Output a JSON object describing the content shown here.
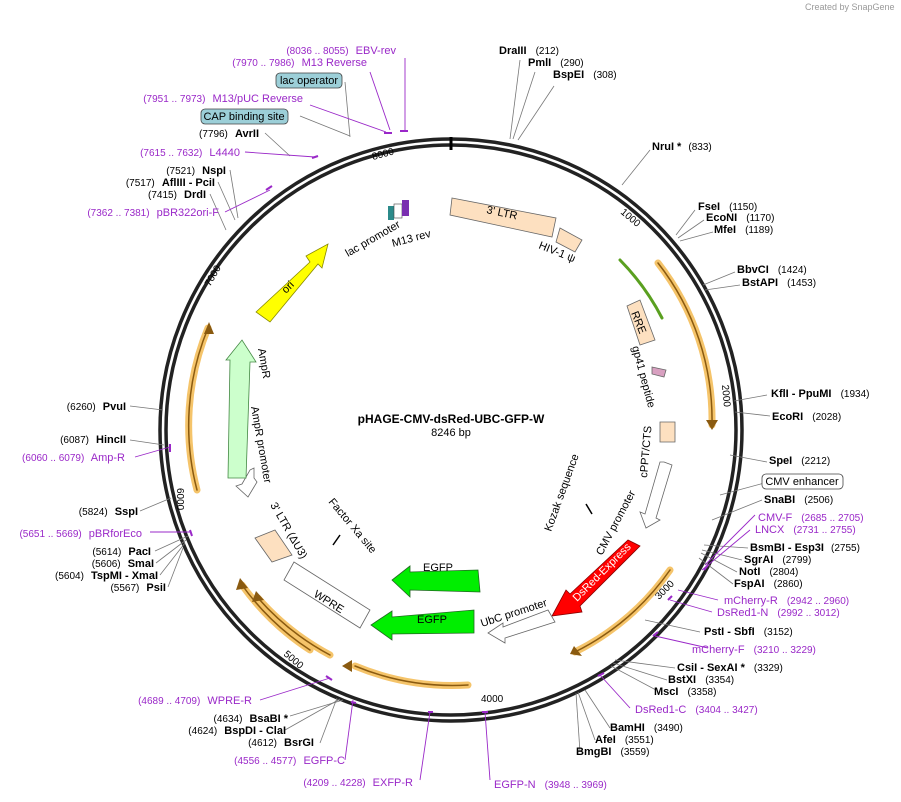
{
  "title": "pHAGE-CMV-dsRed-UBC-GFP-W",
  "length": "8246 bp",
  "credit": "Created by SnapGene",
  "ticks": [
    "1000",
    "2000",
    "3000",
    "4000",
    "5000",
    "6000",
    "7000",
    "8000"
  ],
  "sites": [
    {
      "name": "DraIII",
      "coord": "(212)"
    },
    {
      "name": "PmlI",
      "coord": "(290)"
    },
    {
      "name": "BspEI",
      "coord": "(308)"
    },
    {
      "name": "NruI *",
      "coord": "(833)"
    },
    {
      "name": "FseI",
      "coord": "(1150)"
    },
    {
      "name": "EcoNI",
      "coord": "(1170)"
    },
    {
      "name": "MfeI",
      "coord": "(1189)"
    },
    {
      "name": "BbvCI",
      "coord": "(1424)"
    },
    {
      "name": "BstAPI",
      "coord": "(1453)"
    },
    {
      "name": "KflI - PpuMI",
      "coord": "(1934)"
    },
    {
      "name": "EcoRI",
      "coord": "(2028)"
    },
    {
      "name": "SpeI",
      "coord": "(2212)"
    },
    {
      "name": "SnaBI",
      "coord": "(2506)"
    },
    {
      "name": "BsmBI - Esp3I",
      "coord": "(2755)"
    },
    {
      "name": "SgrAI",
      "coord": "(2799)"
    },
    {
      "name": "NotI",
      "coord": "(2804)"
    },
    {
      "name": "FspAI",
      "coord": "(2860)"
    },
    {
      "name": "PstI - SbfI",
      "coord": "(3152)"
    },
    {
      "name": "CsiI - SexAI *",
      "coord": "(3329)"
    },
    {
      "name": "BstXI",
      "coord": "(3354)"
    },
    {
      "name": "MscI",
      "coord": "(3358)"
    },
    {
      "name": "BamHI",
      "coord": "(3490)"
    },
    {
      "name": "AfeI",
      "coord": "(3551)"
    },
    {
      "name": "BmgBI",
      "coord": "(3559)"
    },
    {
      "name": "BsaBI *",
      "coord": "(4634)"
    },
    {
      "name": "BspDI - ClaI",
      "coord": "(4624)"
    },
    {
      "name": "BsrGI",
      "coord": "(4612)"
    },
    {
      "name": "PsiI",
      "coord": "(5567)"
    },
    {
      "name": "TspMI - XmaI",
      "coord": "(5604)"
    },
    {
      "name": "SmaI",
      "coord": "(5606)"
    },
    {
      "name": "PacI",
      "coord": "(5614)"
    },
    {
      "name": "SspI",
      "coord": "(5824)"
    },
    {
      "name": "HincII",
      "coord": "(6087)"
    },
    {
      "name": "PvuI",
      "coord": "(6260)"
    },
    {
      "name": "DrdI",
      "coord": "(7415)"
    },
    {
      "name": "AflIII - PciI",
      "coord": "(7517)"
    },
    {
      "name": "NspI",
      "coord": "(7521)"
    },
    {
      "name": "AvrII",
      "coord": "(7796)"
    }
  ],
  "primers": [
    {
      "name": "EBV-rev",
      "coord": "(8036 .. 8055)"
    },
    {
      "name": "M13 Reverse",
      "coord": "(7970 .. 7986)"
    },
    {
      "name": "M13/pUC Reverse",
      "coord": "(7951 .. 7973)"
    },
    {
      "name": "L4440",
      "coord": "(7615 .. 7632)"
    },
    {
      "name": "pBR322ori-F",
      "coord": "(7362 .. 7381)"
    },
    {
      "name": "Amp-R",
      "coord": "(6060 .. 6079)"
    },
    {
      "name": "pBRforEco",
      "coord": "(5651 .. 5669)"
    },
    {
      "name": "WPRE-R",
      "coord": "(4689 .. 4709)"
    },
    {
      "name": "EGFP-C",
      "coord": "(4556 .. 4577)"
    },
    {
      "name": "EXFP-R",
      "coord": "(4209 .. 4228)"
    },
    {
      "name": "EGFP-N",
      "coord": "(3948 .. 3969)"
    },
    {
      "name": "DsRed1-C",
      "coord": "(3404 .. 3427)"
    },
    {
      "name": "mCherry-F",
      "coord": "(3210 .. 3229)"
    },
    {
      "name": "DsRed1-N",
      "coord": "(2992 .. 3012)"
    },
    {
      "name": "mCherry-R",
      "coord": "(2942 .. 2960)"
    },
    {
      "name": "LNCX",
      "coord": "(2731 .. 2755)"
    },
    {
      "name": "CMV-F",
      "coord": "(2685 .. 2705)"
    }
  ],
  "boxed_features": [
    "lac operator",
    "CAP binding site",
    "CMV enhancer"
  ],
  "features": {
    "ltr3": "3' LTR",
    "hiv": "HIV-1 ψ",
    "rre": "RRE",
    "gp41": "gp41 peptide",
    "cppt": "cPPT/CTS",
    "kozak": "Kozak sequence",
    "cmv_promoter": "CMV promoter",
    "dsred": "DsRed-Express",
    "ubc": "UbC promoter",
    "egfp1": "EGFP",
    "egfp2": "EGFP",
    "wpre": "WPRE",
    "ltr_au3": "3' LTR (ΔU3)",
    "factor_xa": "Factor Xa site",
    "ampr_promoter": "AmpR promoter",
    "ampr": "AmpR",
    "ori": "ori",
    "lac_promoter": "lac promoter",
    "m13rev": "M13 rev"
  },
  "colors": {
    "ori": "#ffff00",
    "ampr": "#ccffcc",
    "egfp": "#00ee00",
    "dsred": "#ff0000",
    "ltr": "#fde0c0",
    "orf_arc": "#f5c46a",
    "primer": "#9a28c8",
    "box": "#9ccfd8"
  }
}
